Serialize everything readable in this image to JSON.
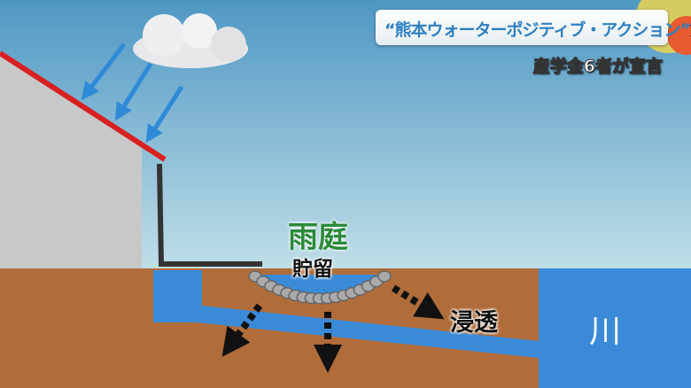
{
  "headline": {
    "title_blue": "“熊本ウォーターポジティブ・アクション”",
    "title_black": "始動"
  },
  "subheadline": "産学金6者が宣言",
  "diagram": {
    "rain_garden_label": "雨庭",
    "storage_label": "貯留",
    "infiltration_label": "浸透",
    "river_label": "川"
  },
  "colors": {
    "sky": "#6aaed0",
    "ground": "#b06c3a",
    "water": "#3a8ad8",
    "roof": "#d82020",
    "rain_garden_text": "#2d8a3a"
  }
}
